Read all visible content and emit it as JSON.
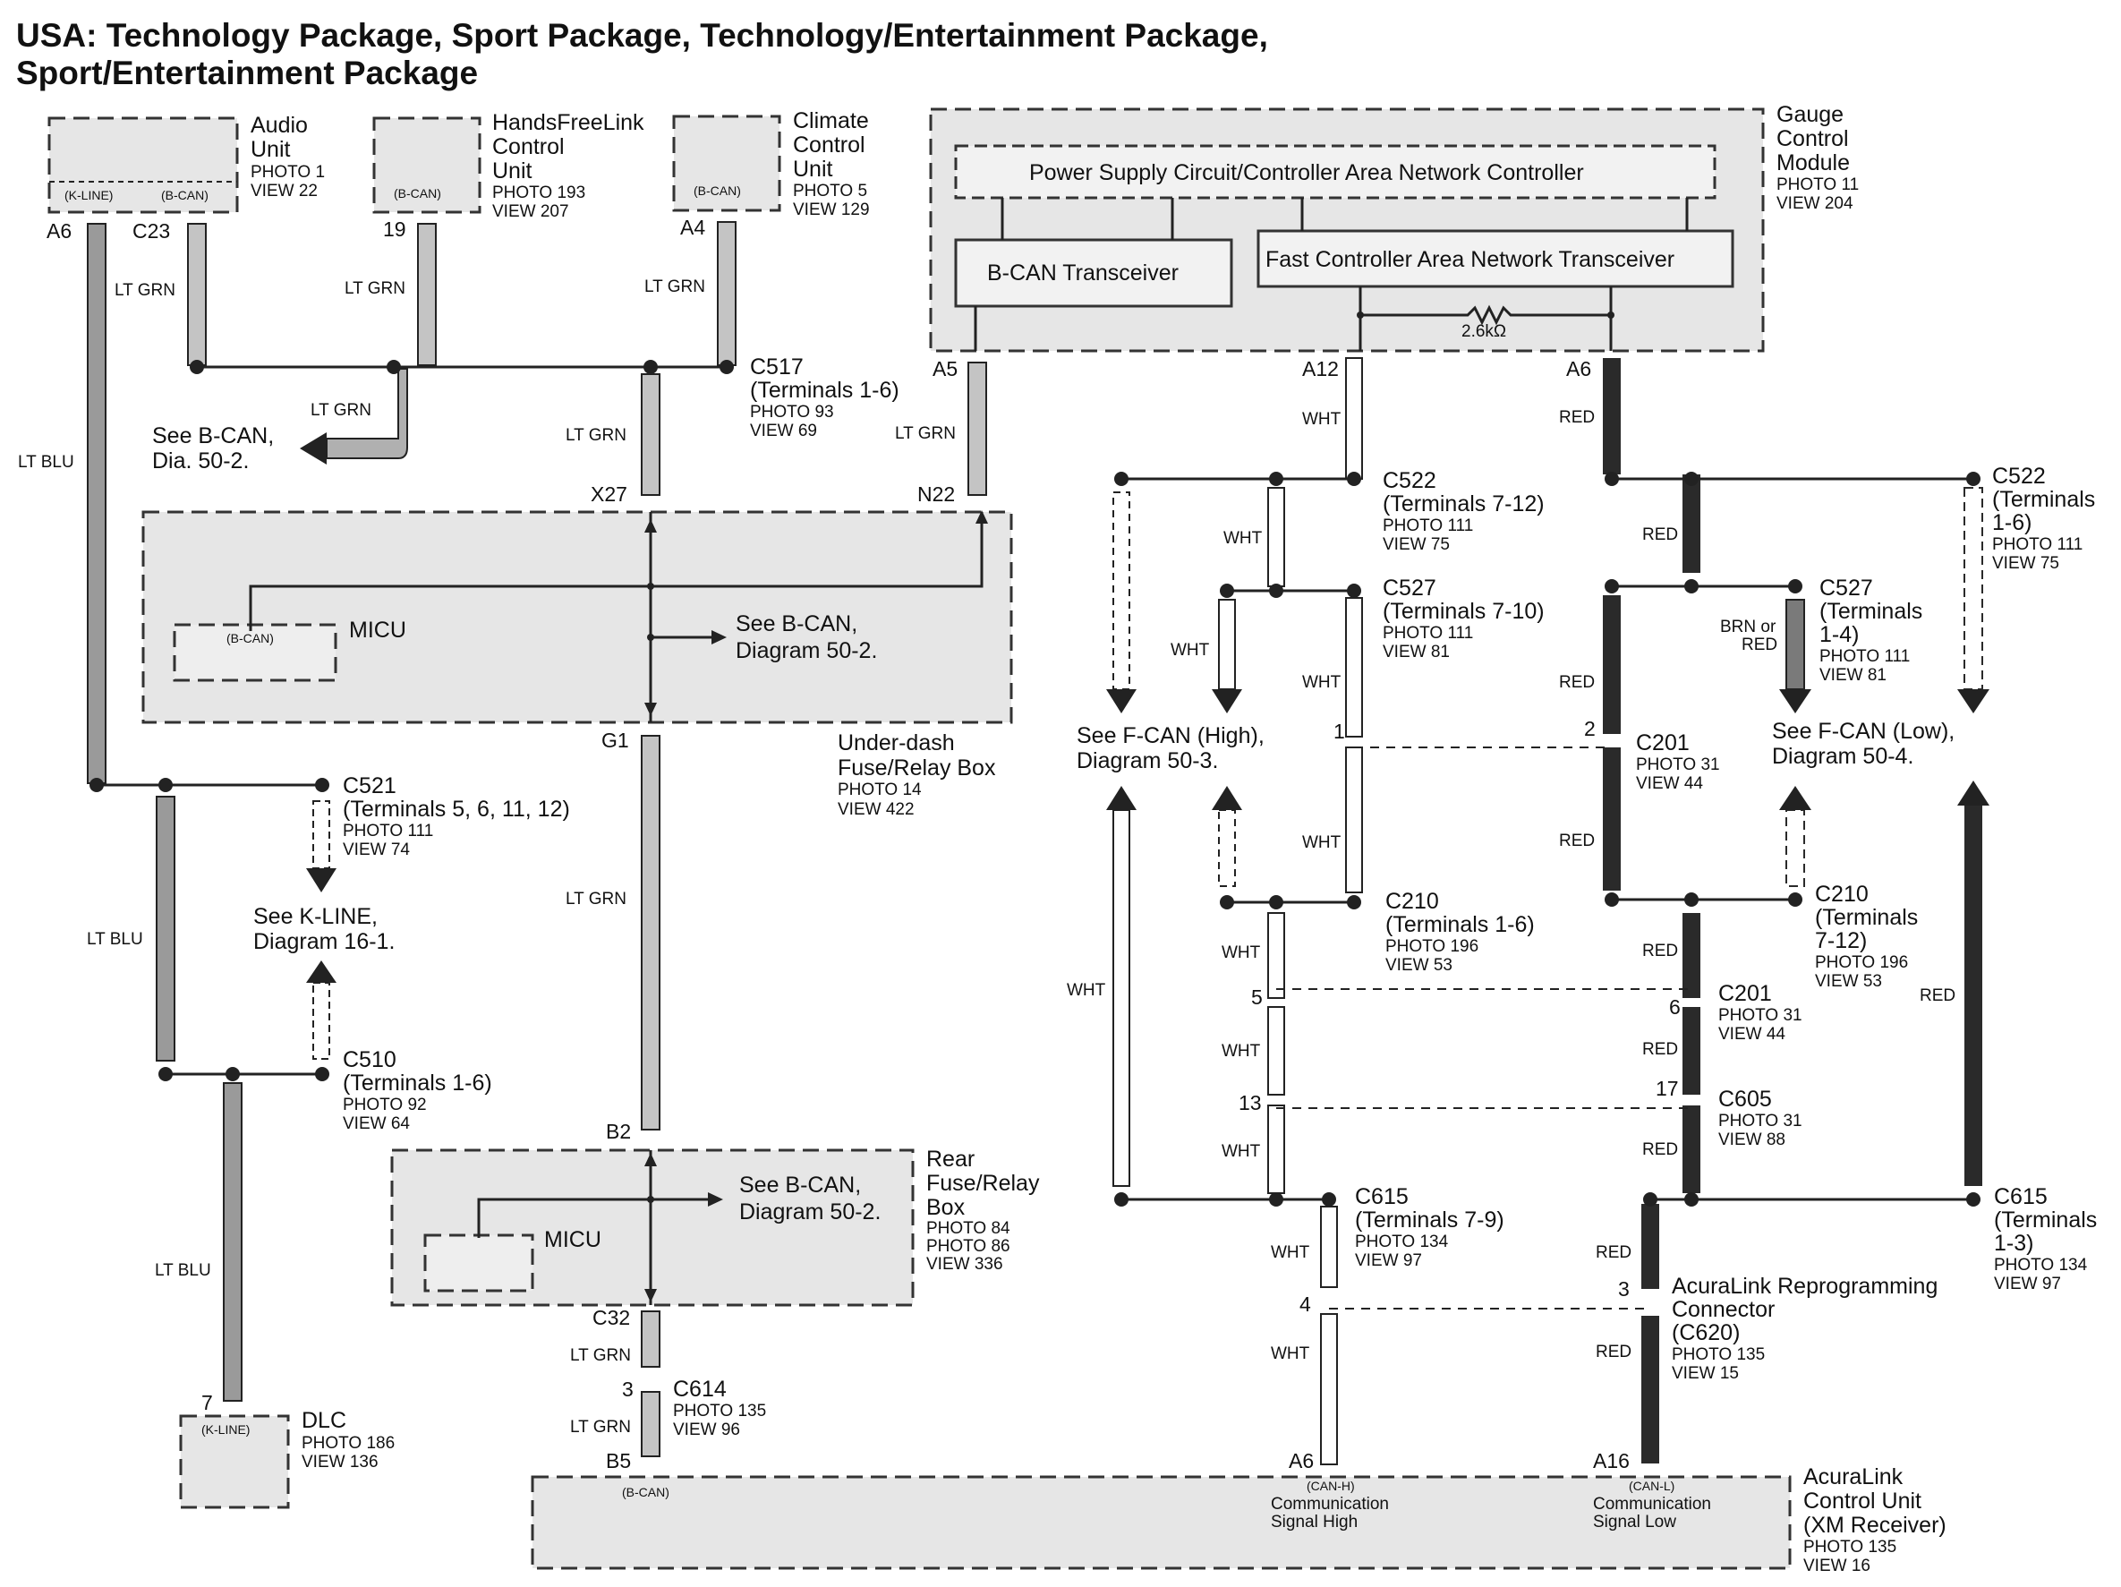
{
  "title1": "USA: Technology Package, Sport Package, Technology/Entertainment Package,",
  "title2": "Sport/Entertainment Package",
  "audio": {
    "l1": "Audio",
    "l2": "Unit",
    "p": "PHOTO 1",
    "v": "VIEW 22",
    "k": "(K-LINE)",
    "b": "(B-CAN)"
  },
  "hfl": {
    "l1": "HandsFreeLink",
    "l2": "Control",
    "l3": "Unit",
    "p": "PHOTO 193",
    "v": "VIEW 207",
    "b": "(B-CAN)"
  },
  "clim": {
    "l1": "Climate",
    "l2": "Control",
    "l3": "Unit",
    "p": "PHOTO 5",
    "v": "VIEW 129",
    "b": "(B-CAN)"
  },
  "gauge": {
    "l1": "Gauge",
    "l2": "Control",
    "l3": "Module",
    "p": "PHOTO 11",
    "v": "VIEW 204",
    "psc": "Power Supply Circuit/Controller Area Network Controller",
    "bcan": "B-CAN Transceiver",
    "fcan": "Fast Controller Area Network Transceiver",
    "res": "2.6kΩ"
  },
  "pins": {
    "a6": "A6",
    "c23": "C23",
    "p19": "19",
    "a4": "A4",
    "a5": "A5",
    "a12": "A12",
    "a6g": "A6",
    "x27": "X27",
    "n22": "N22",
    "g1": "G1",
    "b2": "B2",
    "c32": "C32",
    "p3": "3",
    "b5": "B5",
    "p7": "7",
    "p1": "1",
    "p2": "2",
    "p5": "5",
    "p6": "6",
    "p13": "13",
    "p17": "17",
    "p4": "4",
    "p3b": "3",
    "a6x": "A6",
    "a16": "A16"
  },
  "wires": {
    "ltgrn": "LT GRN",
    "ltblu": "LT BLU",
    "wht": "WHT",
    "red": "RED",
    "brn1": "BRN or",
    "brn2": "RED"
  },
  "c517": {
    "n": "C517",
    "t": "(Terminals 1-6)",
    "p": "PHOTO 93",
    "v": "VIEW 69"
  },
  "bcanref": {
    "l1": "See B-CAN,",
    "l2": "Dia. 50-2."
  },
  "micu1": {
    "name": "MICU",
    "b": "(B-CAN)",
    "r1": "See B-CAN,",
    "r2": "Diagram 50-2."
  },
  "udfb": {
    "l1": "Under-dash",
    "l2": "Fuse/Relay Box",
    "p": "PHOTO 14",
    "v": "VIEW 422"
  },
  "c521": {
    "n": "C521",
    "t": "(Terminals 5, 6, 11, 12)",
    "p": "PHOTO 111",
    "v": "VIEW 74"
  },
  "kline": {
    "l1": "See K-LINE,",
    "l2": "Diagram 16-1."
  },
  "c510": {
    "n": "C510",
    "t": "(Terminals 1-6)",
    "p": "PHOTO 92",
    "v": "VIEW 64"
  },
  "micu2": {
    "name": "MICU",
    "r1": "See B-CAN,",
    "r2": "Diagram 50-2."
  },
  "rfb": {
    "l1": "Rear",
    "l2": "Fuse/Relay",
    "l3": "Box",
    "p1": "PHOTO 84",
    "p2": "PHOTO 86",
    "v": "VIEW 336"
  },
  "c614": {
    "n": "C614",
    "p": "PHOTO 135",
    "v": "VIEW 96"
  },
  "dlc": {
    "n": "DLC",
    "k": "(K-LINE)",
    "p": "PHOTO 186",
    "v": "VIEW 136"
  },
  "c522a": {
    "n": "C522",
    "t": "(Terminals 7-12)",
    "p": "PHOTO 111",
    "v": "VIEW 75"
  },
  "c527a": {
    "n": "C527",
    "t": "(Terminals 7-10)",
    "p": "PHOTO 111",
    "v": "VIEW 81"
  },
  "fhigh": {
    "l1": "See F-CAN (High),",
    "l2": "Diagram 50-3."
  },
  "c201a": {
    "n": "C201",
    "p": "PHOTO 31",
    "v": "VIEW 44"
  },
  "c210a": {
    "n": "C210",
    "t": "(Terminals 1-6)",
    "p": "PHOTO 196",
    "v": "VIEW 53"
  },
  "c201b": {
    "n": "C201",
    "p": "PHOTO 31",
    "v": "VIEW 44"
  },
  "c605": {
    "n": "C605",
    "p": "PHOTO 31",
    "v": "VIEW 88"
  },
  "c615a": {
    "n": "C615",
    "t": "(Terminals 7-9)",
    "p": "PHOTO 134",
    "v": "VIEW 97"
  },
  "c522b": {
    "n": "C522",
    "t1": "(Terminals",
    "t2": "1-6)",
    "p": "PHOTO 111",
    "v": "VIEW 75"
  },
  "c527b": {
    "n": "C527",
    "t1": "(Terminals",
    "t2": "1-4)",
    "p": "PHOTO 111",
    "v": "VIEW 81"
  },
  "flow": {
    "l1": "See F-CAN (Low),",
    "l2": "Diagram 50-4."
  },
  "c210b": {
    "n": "C210",
    "t1": "(Terminals",
    "t2": "7-12)",
    "p": "PHOTO 196",
    "v": "VIEW 53"
  },
  "c615b": {
    "n": "C615",
    "t1": "(Terminals",
    "t2": "1-3)",
    "p": "PHOTO 134",
    "v": "VIEW 97"
  },
  "c620": {
    "l1": "AcuraLink Reprogramming",
    "l2": "Connector",
    "l3": "(C620)",
    "p": "PHOTO 135",
    "v": "VIEW 15"
  },
  "acu": {
    "l1": "AcuraLink",
    "l2": "Control Unit",
    "l3": "(XM Receiver)",
    "p": "PHOTO 135",
    "v": "VIEW 16",
    "bcan": "(B-CAN)",
    "canh": "(CAN-H)",
    "h1": "Communication",
    "h2": "Signal High",
    "canl": "(CAN-L)",
    "l1s": "Communication",
    "l2s": "Signal Low"
  },
  "colors": {
    "ltgrn": "#c4c4c4",
    "ltblu": "#9a9a9a",
    "wht": "#ffffff",
    "red": "#2a2a2a",
    "brn": "#7a7a7a"
  }
}
